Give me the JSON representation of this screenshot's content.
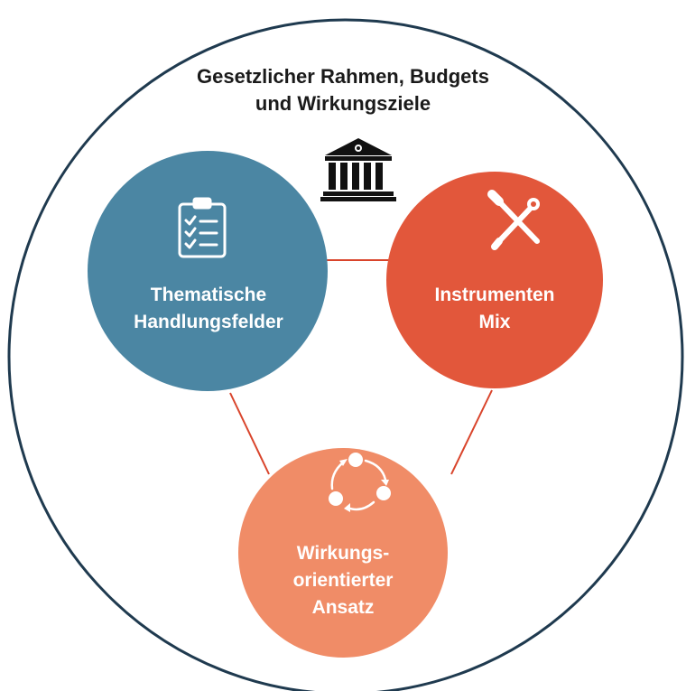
{
  "outer": {
    "title_line1": "Gesetzlicher Rahmen, Budgets",
    "title_line2": "und Wirkungsziele",
    "icon": "government-building-icon"
  },
  "nodes": [
    {
      "id": "left",
      "line1": "Thematische",
      "line2": "Handlungsfelder",
      "color": "#4b86a3",
      "icon": "checklist-clipboard-icon"
    },
    {
      "id": "right",
      "line1": "Instrumenten",
      "line2": "Mix",
      "color": "#e2573b",
      "icon": "tools-screwdriver-wrench-icon"
    },
    {
      "id": "bottom",
      "line1": "Wirkungs-",
      "line2": "orientierter",
      "line3": "Ansatz",
      "color": "#f08c67",
      "icon": "cycle-arrows-icon"
    }
  ],
  "colors": {
    "outline": "#1f3a4f",
    "connector": "#d9442b"
  }
}
